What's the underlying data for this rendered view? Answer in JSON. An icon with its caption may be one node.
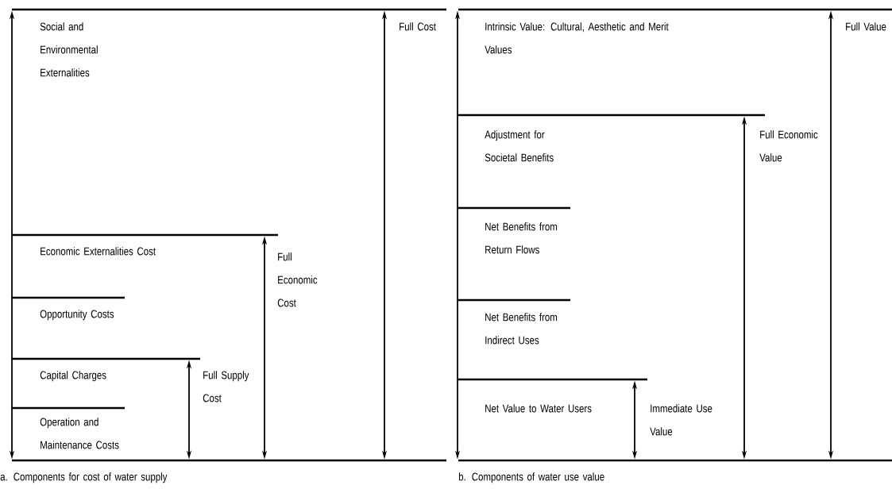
{
  "diagram": {
    "labels": [
      "Social and Environmental Externalities",
      "Full Cost",
      "Economic  Externalities Cost",
      "Full Economic Cost",
      "Opportunity Costs",
      "Capital Charges",
      "Full Supply Cost",
      "Operation and Maintenance Costs",
      "a. Components for cost of water supply",
      "Intrinsic Value: Cultural, Aesthetic and Merit Values",
      "Full Value",
      "Adjustment for Societal Benefits",
      "Full Economic Value",
      "Net Benefits from Return Flows",
      "Net Benefits from Indirect Uses",
      "Net Value to Water Users",
      "Immediate Use Value",
      "b. Components of water use value"
    ]
  }
}
